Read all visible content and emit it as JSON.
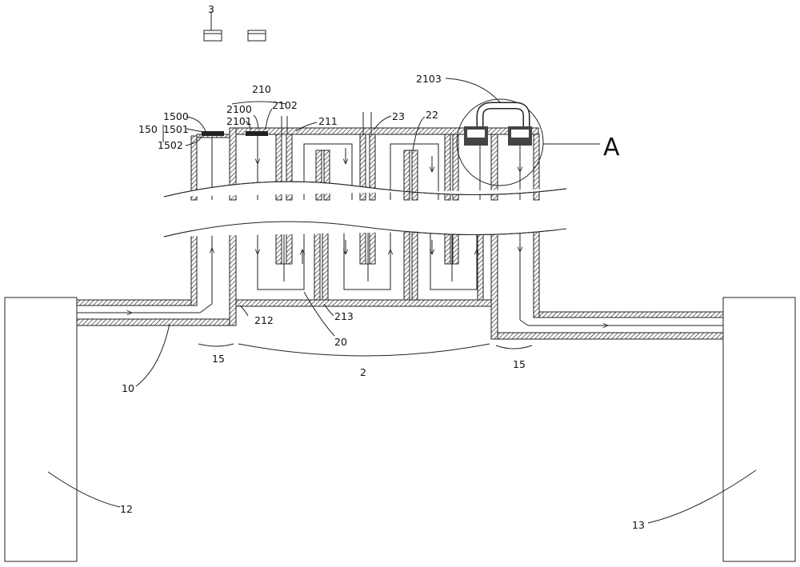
{
  "labels": {
    "l3": "3",
    "l210": "210",
    "l2103": "2103",
    "l1500": "1500",
    "l1501": "1501",
    "l150": "150",
    "l1502": "1502",
    "l2100": "2100",
    "l2101": "2101",
    "l2102": "2102",
    "l211": "211",
    "l23": "23",
    "l22": "22",
    "lA": "A",
    "l212": "212",
    "l213": "213",
    "l20": "20",
    "l10": "10",
    "l15a": "15",
    "l2": "2",
    "l15b": "15",
    "l12": "12",
    "l13": "13"
  }
}
